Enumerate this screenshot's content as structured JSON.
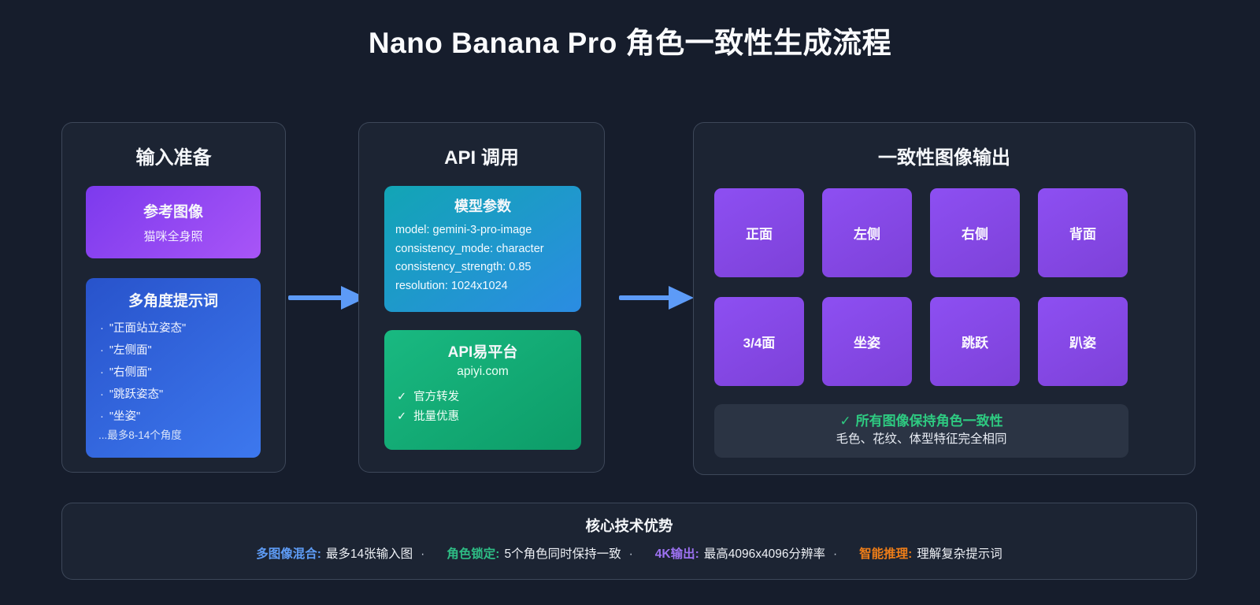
{
  "title": "Nano Banana Pro 角色一致性生成流程",
  "panels": {
    "input": {
      "header": "输入准备",
      "reference_card": {
        "title": "参考图像",
        "subtitle": "猫咪全身照"
      },
      "prompts_card": {
        "title": "多角度提示词",
        "bullet": "·",
        "items": [
          "\"正面站立姿态\"",
          "\"左侧面\"",
          "\"右侧面\"",
          "\"跳跃姿态\"",
          "\"坐姿\""
        ],
        "footnote": "...最多8-14个角度"
      }
    },
    "api": {
      "header": "API 调用",
      "params_card": {
        "title": "模型参数",
        "lines": [
          "model: gemini-3-pro-image",
          "consistency_mode: character",
          "consistency_strength: 0.85",
          "resolution: 1024x1024"
        ]
      },
      "platform_card": {
        "title": "API易平台",
        "domain": "apiyi.com",
        "check": "✓",
        "features": [
          "官方转发",
          "批量优惠"
        ]
      }
    },
    "output": {
      "header": "一致性图像输出",
      "tiles": [
        "正面",
        "左侧",
        "右侧",
        "背面",
        "3/4面",
        "坐姿",
        "跳跃",
        "趴姿"
      ],
      "note": {
        "check": "✓",
        "title": "所有图像保持角色一致性",
        "subtitle": "毛色、花纹、体型特征完全相同"
      }
    }
  },
  "advantages": {
    "header": "核心技术优势",
    "separator": "·",
    "items": [
      {
        "label": "多图像混合:",
        "text": "最多14张输入图",
        "color": "#5e9cf6"
      },
      {
        "label": "角色锁定:",
        "text": "5个角色同时保持一致",
        "color": "#2ebd85"
      },
      {
        "label": "4K输出:",
        "text": "最高4096x4096分辨率",
        "color": "#9d72f2"
      },
      {
        "label": "智能推理:",
        "text": "理解复杂提示词",
        "color": "#ee7d18"
      }
    ]
  },
  "colors": {
    "background": "#161d2c",
    "panel_bg": "#1c2433",
    "panel_border": "#5a6880",
    "arrow": "#5d9bf7",
    "reference_card_gradient": [
      "#7c3aed",
      "#a855f7"
    ],
    "prompts_card_gradient": [
      "#2853cb",
      "#3d78ee"
    ],
    "params_card_gradient": [
      "#12a5b5",
      "#2b8ce2"
    ],
    "platform_card_gradient": [
      "#19b981",
      "#0d9c68"
    ],
    "tile_gradient": [
      "#8d4ff2",
      "#7d41d8"
    ],
    "note_bg": "#2b3444",
    "note_green": "#2eca81"
  }
}
